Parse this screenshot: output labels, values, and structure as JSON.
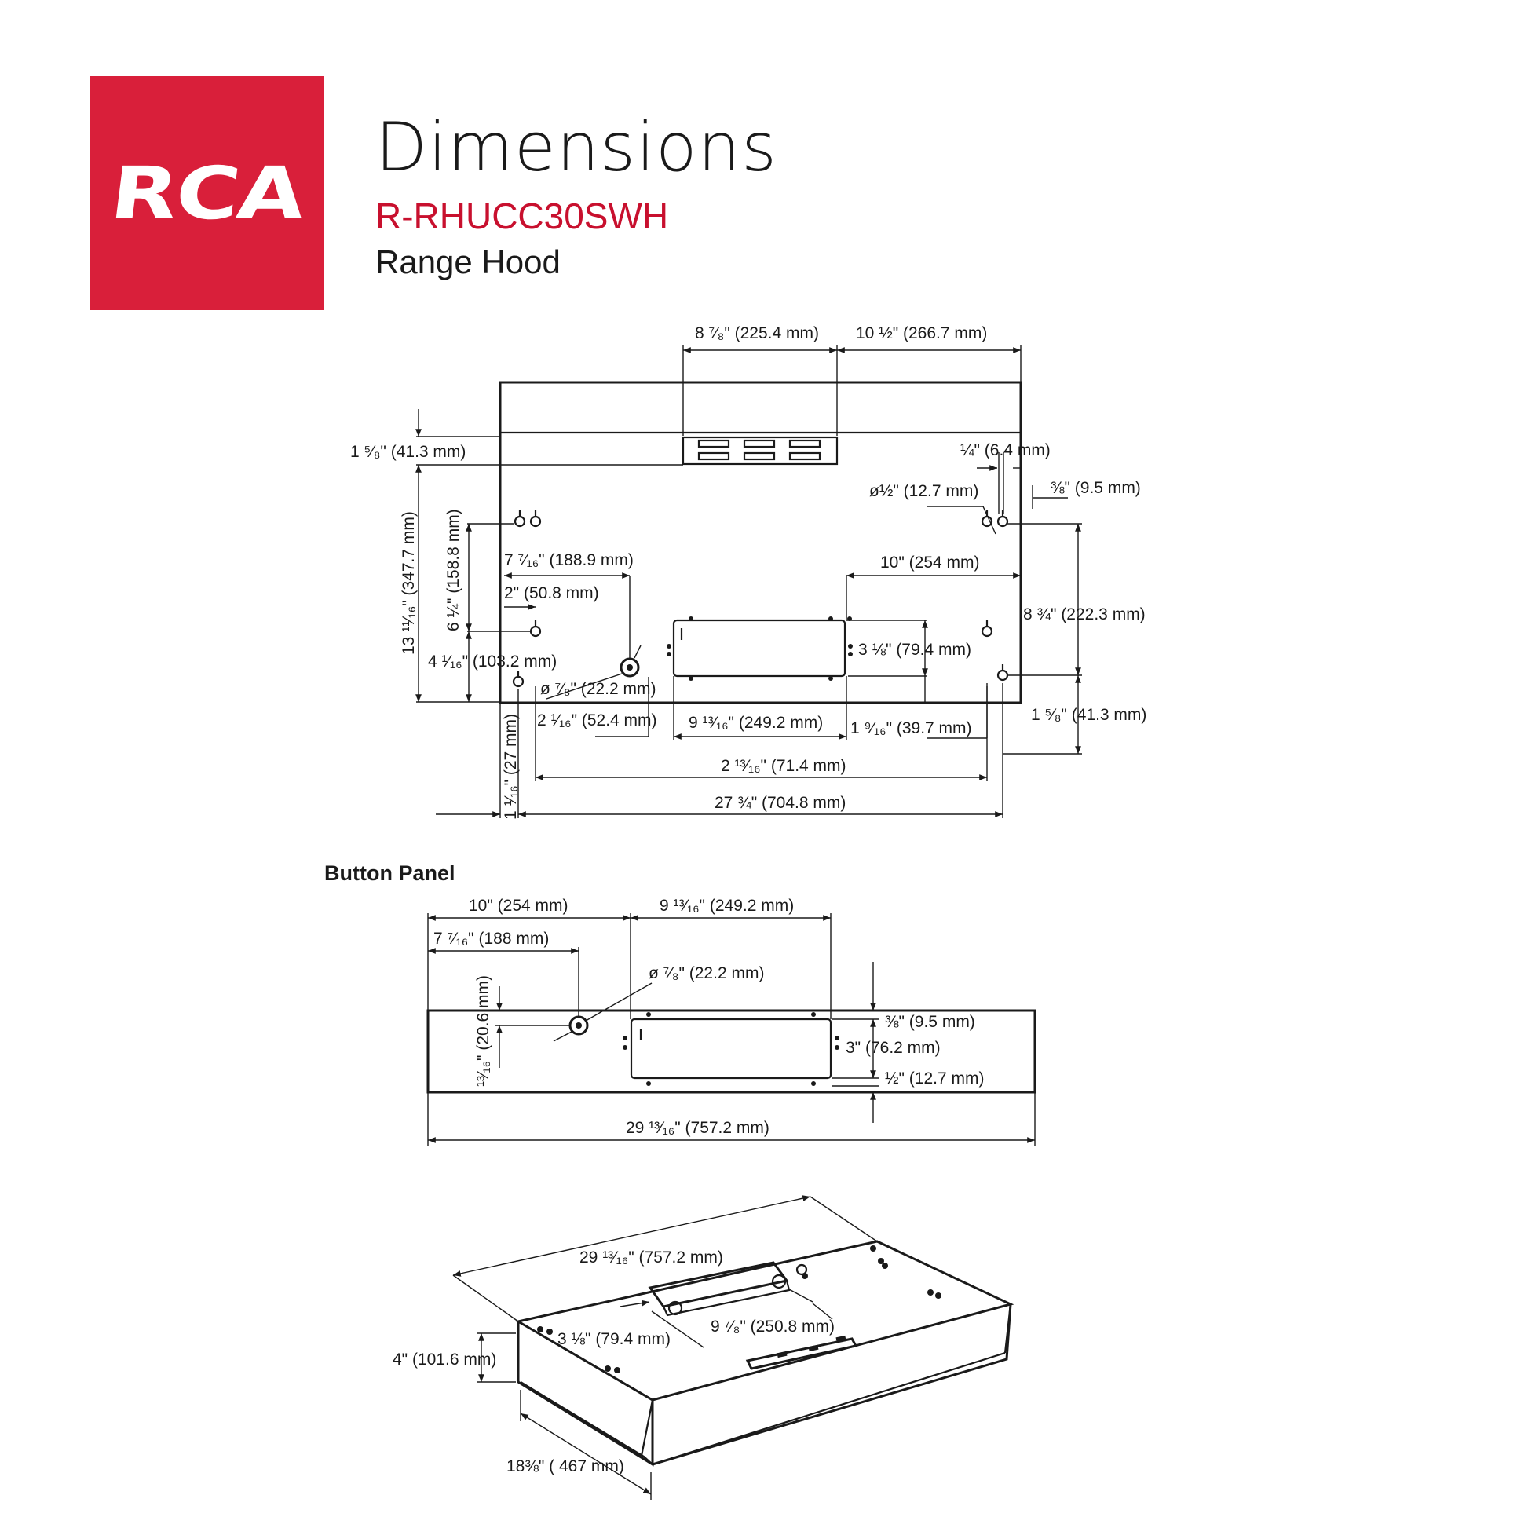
{
  "brand": {
    "logo_text": "RCA",
    "color": "#d91f3a"
  },
  "header": {
    "title": "Dimensions",
    "model": "R-RHUCC30SWH",
    "product": "Range Hood",
    "model_color": "#c8102e"
  },
  "top_view": {
    "dims": {
      "top_center": "8 ⁷⁄₈\" (225.4 mm)",
      "top_right": "10 ½\" (266.7 mm)",
      "left_gap": "1 ⁵⁄₈\" (41.3 mm)",
      "quarter": "¼\" (6.4 mm)",
      "hole_dia": "ø½\" (12.7 mm)",
      "three_eighths": "⅜\" (9.5 mm)",
      "height_total": "13 ¹¹⁄₁₆\" (347.7 mm)",
      "height_inner": "6 ¼\" (158.8 mm)",
      "seven_7_16": "7 ⁷⁄₁₆\" (188.9 mm)",
      "ten": "10\" (254 mm)",
      "two": "2\" (50.8 mm)",
      "eight_3_4": "8 ¾\" (222.3 mm)",
      "three_1_8": "3 ⅛\" (79.4 mm)",
      "four_1_16": "4 ¹⁄₁₆\" (103.2 mm)",
      "knock_dia": "ø ⁷⁄₈\" (22.2 mm)",
      "two_1_16": "2 ¹⁄₁₆\" (52.4 mm)",
      "nine_13_16": "9 ¹³⁄₁₆\" (249.2 mm)",
      "one_9_16": "1 ⁹⁄₁₆\" (39.7 mm)",
      "right_gap": "1 ⁵⁄₈\" (41.3 mm)",
      "two_13_16": "2 ¹³⁄₁₆\" (71.4 mm)",
      "one_1_16": "1 ¹⁄₁₆\" (27 mm)",
      "width": "27 ¾\" (704.8 mm)"
    }
  },
  "button_panel": {
    "label": "Button Panel",
    "dims": {
      "ten": "10\" (254 mm)",
      "nine_13_16": "9 ¹³⁄₁₆\" (249.2 mm)",
      "seven_7_16": "7 ⁷⁄₁₆\" (188 mm)",
      "dia": "ø ⁷⁄₈\" (22.2 mm)",
      "thirteen_16": "¹³⁄₁₆\" (20.6 mm)",
      "three_eighths": "⅜\" (9.5 mm)",
      "three": "3\" (76.2 mm)",
      "half": "½\" (12.7 mm)",
      "width": "29 ¹³⁄₁₆\" (757.2 mm)"
    }
  },
  "iso_view": {
    "dims": {
      "width": "29 ¹³⁄₁₆\" (757.2 mm)",
      "three_1_8": "3 ⅛\" (79.4 mm)",
      "nine_7_8": "9 ⁷⁄₈\" (250.8 mm)",
      "height": "4\" (101.6 mm)",
      "depth": "18⅜\" ( 467 mm)"
    }
  }
}
